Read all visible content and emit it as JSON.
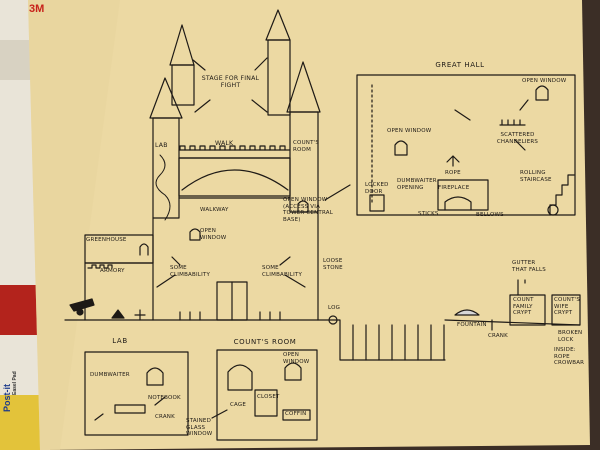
{
  "brand": {
    "logo_text": "3M",
    "postit_text": "Post-it",
    "side_text": "Easel Pad"
  },
  "castle": {
    "stage_label": "Stage for final fight",
    "walk_label": "Walk",
    "lab_label": "Lab",
    "countis_room_label": "Count's Room",
    "walkway_label": "Walkway",
    "open_window_right_label": "Open window (access via tower central base)",
    "open_window_front_label": "Open window",
    "greenhouse_label": "Greenhouse",
    "armory_label": "Armory",
    "some_climbability_left": "Some climbability",
    "some_climbability_right": "Some climbability",
    "loose_stone_label": "Loose stone",
    "log_label": "Log"
  },
  "great_hall": {
    "title": "Great Hall",
    "open_window_top": "Open window",
    "open_window_left": "Open window",
    "scattered_chandeliers": "Scattered chandeliers",
    "rope_label": "Rope",
    "locked_door": "Locked door",
    "dumbwaiter_opening": "Dumbwaiter opening",
    "fireplace": "Fireplace",
    "rolling_staircase": "Rolling staircase",
    "sticks": "Sticks",
    "bellows": "Bellows"
  },
  "grounds": {
    "gutter_label": "Gutter that falls",
    "count_family_crypt": "Count family crypt",
    "counts_wife_crypt": "Count's wife crypt",
    "fountain": "Fountain",
    "crank_label": "Crank",
    "broken_lock": "Broken lock",
    "inside_note": "Inside: rope crowbar"
  },
  "lab_room": {
    "title": "Lab",
    "dumbwaiter": "Dumbwaiter",
    "notebook": "Notebook",
    "crank": "Crank"
  },
  "count_room": {
    "title": "Count's room",
    "open_window": "Open window",
    "stained_glass": "Stained glass window",
    "cage": "Cage",
    "closet": "Closet",
    "coffin": "Coffin"
  },
  "colors": {
    "paper": "#ecd9a3",
    "ink": "#1e1a16",
    "backdrop": "#3b2e26"
  }
}
